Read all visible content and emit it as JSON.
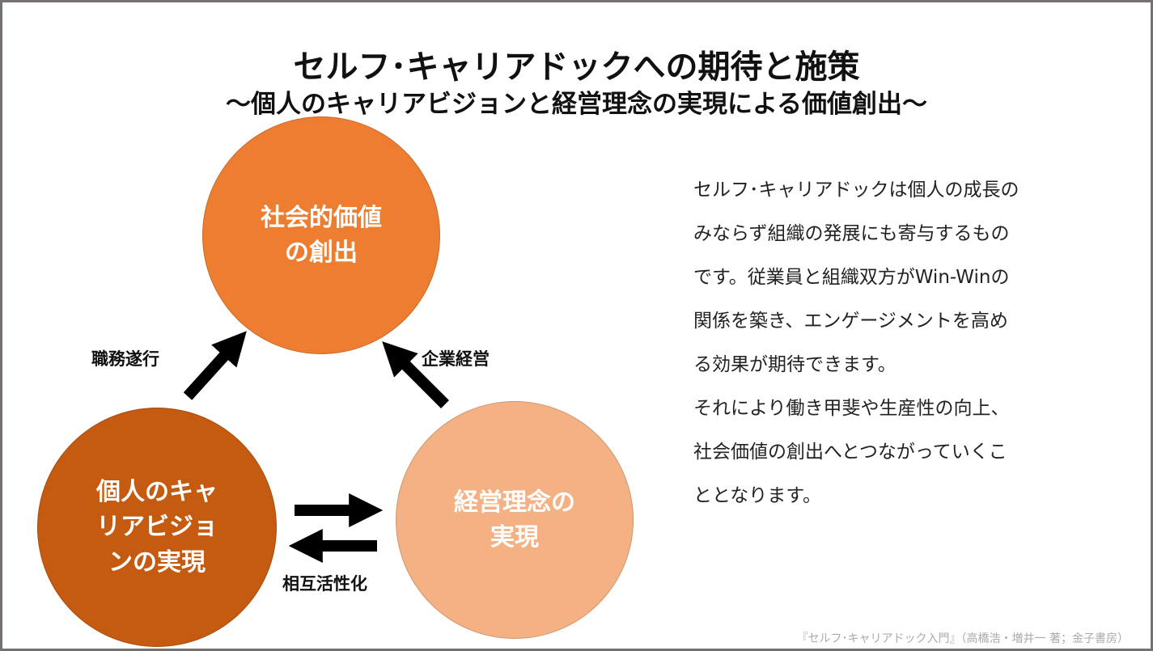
{
  "title": "セルフ･キャリアドックへの期待と施策",
  "subtitle": "〜個人のキャリアビジョンと経営理念の実現による価値創出〜",
  "circles": {
    "top": "社会的価値\nの創出",
    "left": "個人のキャ\nリアビジョ\nンの実現",
    "right": "経営理念の\n実現"
  },
  "labels": {
    "left_arrow": "職務遂行",
    "right_arrow": "企業経営",
    "bottom_arrows": "相互活性化"
  },
  "body": "セルフ･キャリアドックは個人の成長の\nみならず組織の発展にも寄与するもの\nです。従業員と組織双方がWin-Winの\n関係を築き、エンゲージメントを高め\nる効果が期待できます。\nそれにより働き甲斐や生産性の向上、\n社会価値の創出へとつながっていくこ\nととなります。",
  "citation": "『セルフ･キャリアドック入門』（高橋浩・増井一 著；金子書房）",
  "colors": {
    "top": "#ED7D31",
    "left": "#C55A11",
    "right": "#F4B183",
    "border": "#767171"
  }
}
